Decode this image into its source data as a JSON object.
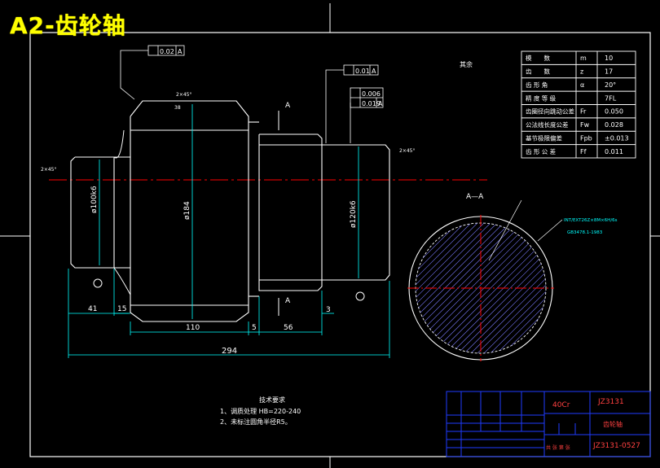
{
  "title": "A2-齿轮轴",
  "tolerances": {
    "runout_top": "0.02",
    "datum_a": "A",
    "runout_mid": "0.01",
    "cyl_1": "0.006",
    "cyl_2": "0.019"
  },
  "notes": {
    "rest": "其余",
    "section_label": "A",
    "section_view": "A—A",
    "chamfer_left": "2×45°",
    "chamfer_right": "2×45°",
    "chamfer_top": "2×45°",
    "keyway_spec_1": "INT/EXT26Z×8M×6H/6s",
    "keyway_spec_2": "GB3478.1-1983"
  },
  "dimensions": {
    "d1": "ø100k6",
    "d2": "ø184",
    "d3": "ø120k6",
    "l1": "41",
    "l2": "15",
    "l3": "110",
    "l4": "5",
    "l5": "56",
    "l6": "3",
    "total": "294",
    "r1": "38"
  },
  "params": [
    {
      "name": "模　　数",
      "sym": "m",
      "val": "10"
    },
    {
      "name": "齿　　数",
      "sym": "z",
      "val": "17"
    },
    {
      "name": "齿 形 角",
      "sym": "α",
      "val": "20°"
    },
    {
      "name": "精 度 等 级",
      "sym": "",
      "val": "7FL"
    },
    {
      "name": "齿圈径向跳动公差",
      "sym": "Fr",
      "val": "0.050"
    },
    {
      "name": "公法线长度公差",
      "sym": "Fw",
      "val": "0.028"
    },
    {
      "name": "基节极限偏差",
      "sym": "Fpb",
      "val": "±0.013"
    },
    {
      "name": "齿 形 公 差",
      "sym": "Ff",
      "val": "0.011"
    }
  ],
  "tech": {
    "heading": "技术要求",
    "line1": "1、调质处理 HB=220-240",
    "line2": "2、未标注圆角半径R5。"
  },
  "titleblock": {
    "material": "40Cr",
    "code": "JZ3131",
    "name": "齿轮轴",
    "drawing_no": "JZ3131-0527",
    "sheet": "共 张  第 张"
  },
  "colors": {
    "frame": "#ffffff",
    "geometry": "#ffffff",
    "dim": "#00ffff",
    "center": "#ff0000",
    "table": "#ffffff",
    "titleblock": "#1f3cff",
    "hatch": "#7a7aff",
    "title": "#ffff00"
  }
}
